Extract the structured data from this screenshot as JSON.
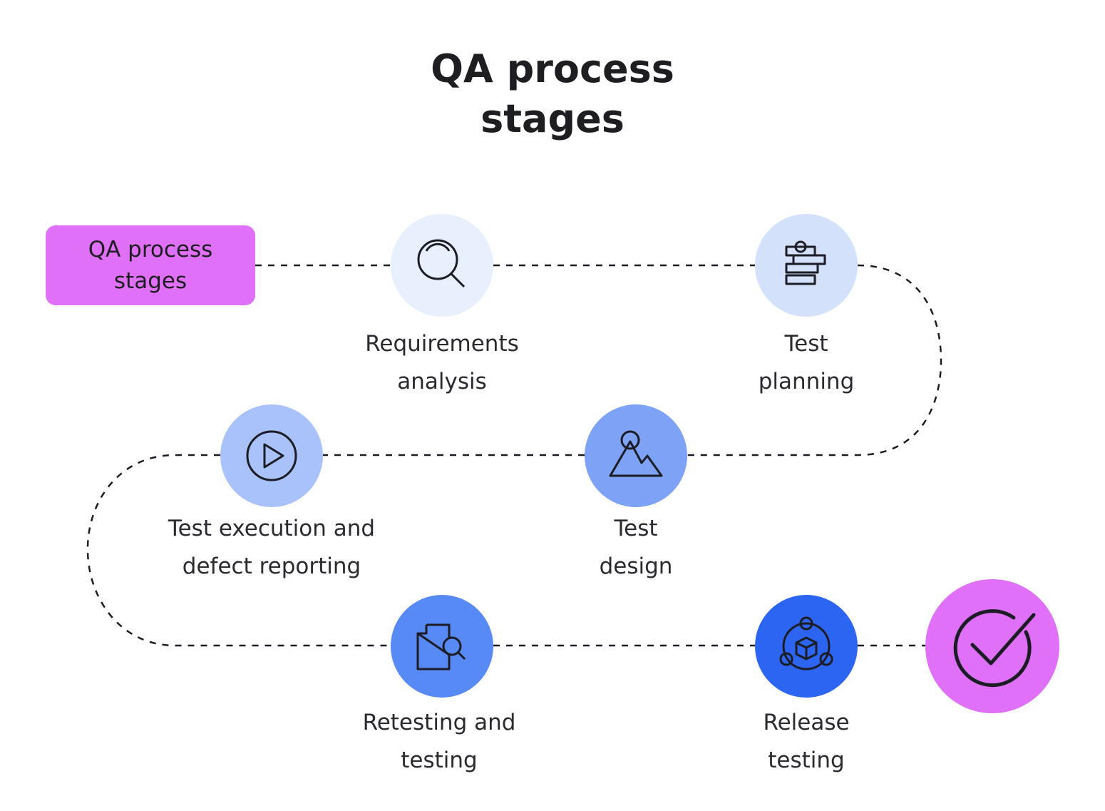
{
  "title": {
    "line1": "QA process",
    "line2": "stages"
  },
  "start": {
    "line1": "QA process",
    "line2": "stages",
    "color": "#e070f7"
  },
  "stages": [
    {
      "line1": "Requirements",
      "line2": "analysis",
      "icon": "magnifier-icon",
      "color": "#e8effd"
    },
    {
      "line1": "Test",
      "line2": "planning",
      "icon": "gantt-plan-icon",
      "color": "#d3e1fb"
    },
    {
      "line1": "Test",
      "line2": "design",
      "icon": "mountain-sun-icon",
      "color": "#7da2f6"
    },
    {
      "line1": "Test execution and",
      "line2": "defect reporting",
      "icon": "play-circle-icon",
      "color": "#a9c3fa"
    },
    {
      "line1": "Retesting and",
      "line2": "testing",
      "icon": "document-search-icon",
      "color": "#578af5"
    },
    {
      "line1": "Release",
      "line2": "testing",
      "icon": "cube-network-icon",
      "color": "#2b65f1"
    }
  ],
  "finish": {
    "icon": "check-circle-icon",
    "color": "#e070f7"
  },
  "connector_color": "#1c1c24"
}
